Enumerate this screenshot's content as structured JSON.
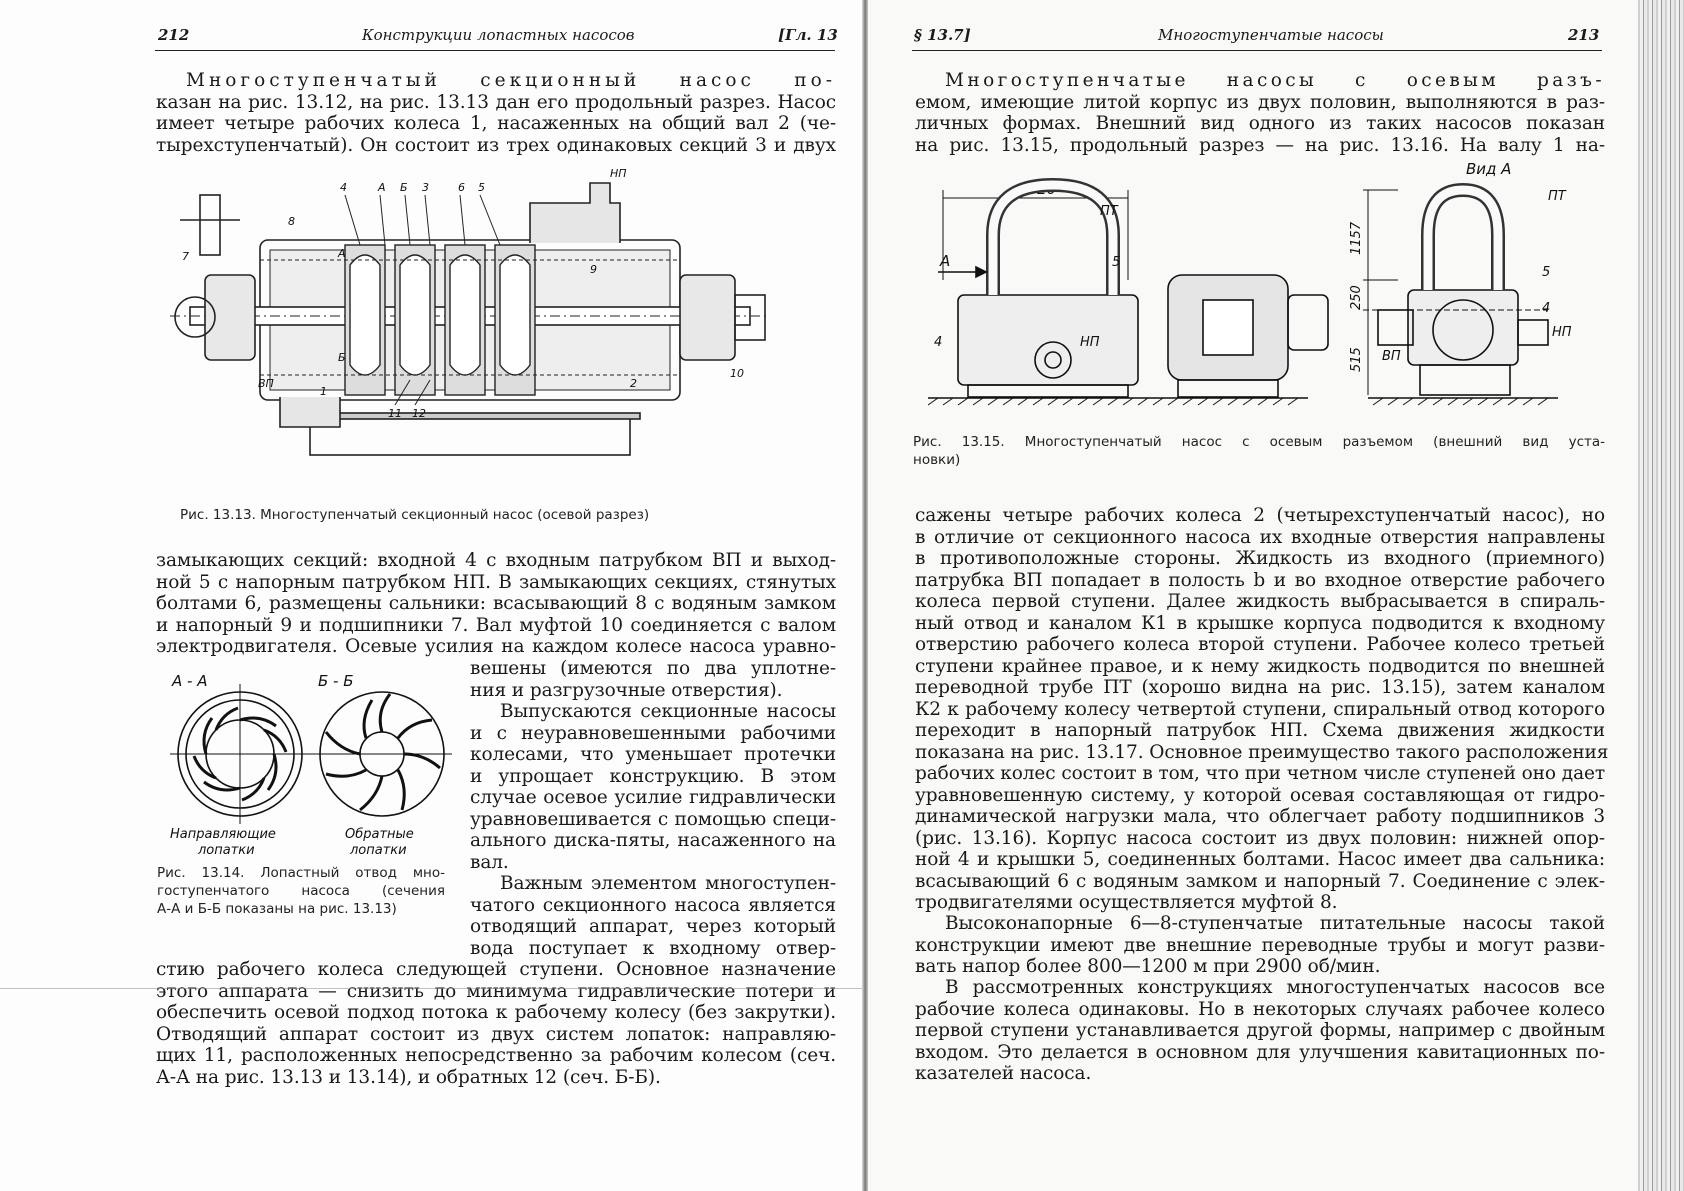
{
  "left_page": {
    "page_number": "212",
    "running_title": "Конструкции лопастных насосов",
    "chapter_ref": "[Гл. 13",
    "para1": [
      "Многоступенчатый секционный насос по-",
      "казан на рис. 13.12, на рис. 13.13 дан его продольный разрез. Насос",
      "имеет четыре рабочих колеса 1, насаженных на общий вал 2 (че-",
      "тырехступенчатый). Он состоит из трех одинаковых секций 3 и двух"
    ],
    "fig_13_13": {
      "caption": "Рис. 13.13. Многоступенчатый секционный насос (осевой разрез)",
      "labels": [
        "НП",
        "4",
        "А",
        "Б",
        "3",
        "6",
        "5",
        "8",
        "7",
        "А",
        "Б",
        "9",
        "1",
        "ВП",
        "11",
        "12",
        "10",
        "2"
      ]
    },
    "para2": [
      "замыкающих секций: входной 4 с входным патрубком ВП и выход-",
      "ной 5 с напорным патрубком НП. В замыкающих секциях, стянутых",
      "болтами 6, размещены сальники: всасывающий 8 с водяным замком",
      "и напорный 9 и подшипники 7. Вал муфтой 10 соединяется с валом",
      "электродвигателя. Осевые усилия на каждом колесе насоса уравно-"
    ],
    "para2_cont": [
      "вешены (имеются по два уплотне-",
      "ния и разгрузочные отверстия)."
    ],
    "para3": [
      "Выпускаются секционные насосы",
      "и с неуравновешенными рабочими",
      "колесами, что уменьшает протечки",
      "и упрощает конструкцию. В этом",
      "случае осевое усилие гидравлически",
      "уравновешивается с помощью специ-",
      "ального диска-пяты, насаженного на",
      "вал."
    ],
    "para4": [
      "Важным элементом многоступен-",
      "чатого секционного насоса является",
      "отводящий аппарат, через который",
      "вода поступает к входному отвер-"
    ],
    "para4_full": [
      "стию рабочего колеса следующей ступени. Основное назначение",
      "этого аппарата — снизить до минимума гидравлические потери и",
      "обеспечить осевой подход потока к рабочему колесу (без закрутки).",
      "Отводящий аппарат состоит из двух систем лопаток: направляю-",
      "щих 11, расположенных непосредственно за рабочим колесом (сеч.",
      "А-А на рис. 13.13 и 13.14), и обратных 12 (сеч. Б-Б)."
    ],
    "fig_13_14": {
      "section_a": "А - А",
      "section_b": "Б - Б",
      "label_a_1": "Направляющие",
      "label_a_2": "лопатки",
      "label_b_1": "Обратные",
      "label_b_2": "лопатки",
      "caption": [
        "Рис. 13.14. Лопастный отвод мно-",
        "гоступенчатого насоса (сечения",
        "А-А и Б-Б показаны на рис. 13.13)"
      ]
    }
  },
  "right_page": {
    "section_ref": "§ 13.7]",
    "running_title": "Многоступенчатые насосы",
    "page_number": "213",
    "para1": [
      "Многоступенчатые насосы с осевым разъ-",
      "емом, имеющие литой корпус из двух половин, выполняются в раз-",
      "личных формах. Внешний вид одного из таких насосов показан",
      "на рис. 13.15, продольный разрез — на рис. 13.16. На валу 1 на-"
    ],
    "fig_13_15": {
      "dim_length": "2320",
      "view_label": "Вид А",
      "arrow_label": "А",
      "labels": [
        "ПТ",
        "5",
        "4",
        "НП",
        "ПТ",
        "5",
        "4",
        "НП",
        "ВП"
      ],
      "dim_1157": "1157",
      "dim_250": "250",
      "dim_515": "515",
      "caption": [
        "Рис. 13.15. Многоступенчатый насос с осевым разъемом (внешний вид уста-",
        "новки)"
      ]
    },
    "para2": [
      "сажены четыре рабочих колеса 2 (четырехступенчатый насос), но",
      "в отличие от секционного насоса их входные отверстия направлены",
      "в противоположные стороны. Жидкость из входного (приемного)",
      "патрубка ВП попадает в полость b и во входное отверстие рабочего",
      "колеса первой ступени. Далее жидкость выбрасывается в спираль-",
      "ный отвод и каналом К1 в крышке корпуса подводится к входному",
      "отверстию рабочего колеса второй ступени. Рабочее колесо третьей",
      "ступени крайнее правое, и к нему жидкость подводится по внешней",
      "переводной трубе ПТ (хорошо видна на рис. 13.15), затем каналом",
      "К2 к рабочему колесу четвертой ступени, спиральный отвод которого",
      "переходит в напорный патрубок НП. Схема движения жидкости",
      "показана на рис. 13.17. Основное преимущество такого расположения",
      "рабочих колес состоит в том, что при четном числе ступеней оно дает",
      "уравновешенную систему, у которой осевая составляющая от гидро-",
      "динамической нагрузки мала, что облегчает работу подшипников 3",
      "(рис. 13.16). Корпус насоса состоит из двух половин: нижней опор-",
      "ной 4 и крышки 5, соединенных болтами. Насос имеет два сальника:",
      "всасывающий 6 с водяным замком и напорный 7. Соединение с элек-",
      "тродвигателями осуществляется муфтой 8."
    ],
    "para3": [
      "Высоконапорные 6—8-ступенчатые питательные насосы такой",
      "конструкции имеют две внешние переводные трубы и могут разви-",
      "вать напор более 800—1200 м при 2900 об/мин."
    ],
    "para4": [
      "В рассмотренных конструкциях многоступенчатых насосов все",
      "рабочие колеса одинаковы. Но в некоторых случаях рабочее колесо",
      "первой ступени устанавливается другой формы, например с двойным",
      "входом. Это делается в основном для улучшения кавитационных по-",
      "казателей насоса."
    ]
  }
}
